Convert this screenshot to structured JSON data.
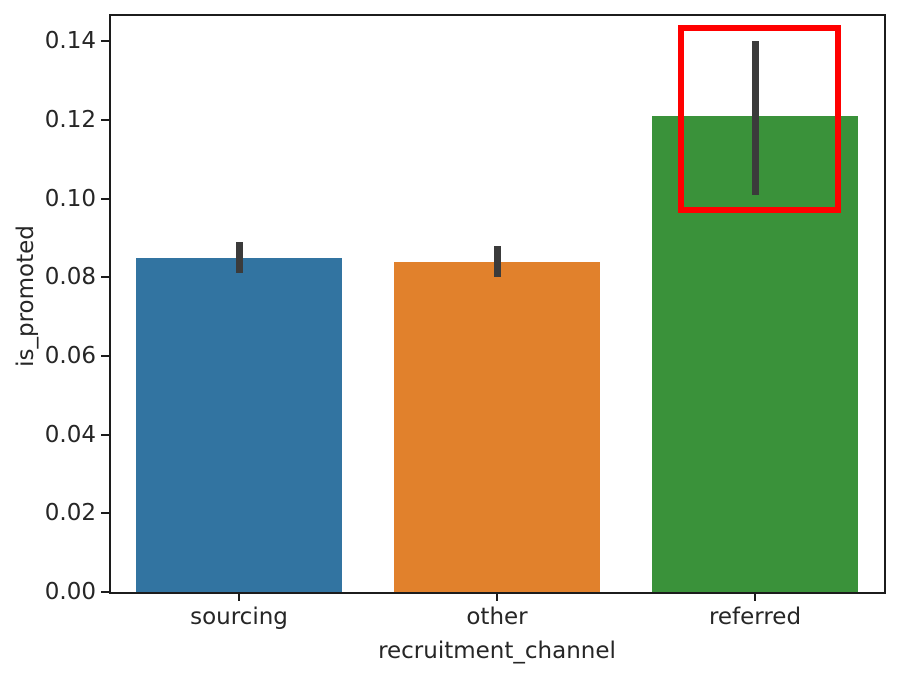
{
  "chart_data": {
    "type": "bar",
    "title": "",
    "xlabel": "recruitment_channel",
    "ylabel": "is_promoted",
    "categories": [
      "sourcing",
      "other",
      "referred"
    ],
    "values": [
      0.085,
      0.084,
      0.121
    ],
    "error_bars": [
      [
        0.081,
        0.089
      ],
      [
        0.08,
        0.088
      ],
      [
        0.101,
        0.14
      ]
    ],
    "bar_colors": [
      "#3274a1",
      "#e1812c",
      "#3a923a"
    ],
    "error_bar_color": "#3b3b3b",
    "ylim": [
      0,
      0.1467
    ],
    "yticks": [
      0.0,
      0.02,
      0.04,
      0.06,
      0.08,
      0.1,
      0.12,
      0.14
    ],
    "ytick_labels": [
      "0.00",
      "0.02",
      "0.04",
      "0.06",
      "0.08",
      "0.10",
      "0.12",
      "0.14"
    ],
    "grid": false,
    "legend": null,
    "annotation": {
      "type": "rectangle",
      "color": "#ff0000",
      "border_px": 6,
      "target": "referred bar error bar (confidence interval)",
      "category": "referred",
      "y_range": [
        0.0964,
        0.1442
      ],
      "width_fraction_of_slot": 0.632,
      "x_center_offset_fraction": 0.018
    }
  }
}
